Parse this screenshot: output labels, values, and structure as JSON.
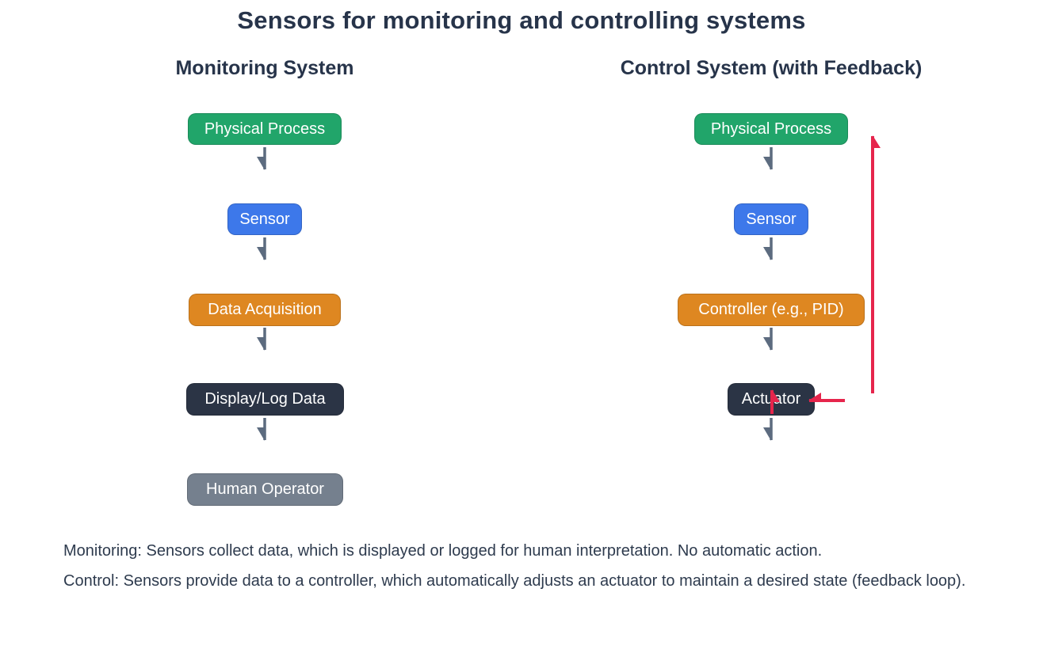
{
  "title": "Sensors for monitoring and controlling systems",
  "columns": [
    {
      "header": "Monitoring System",
      "nodes": [
        {
          "label": "Physical Process",
          "color": "#21a56a"
        },
        {
          "label": "Sensor",
          "color": "#3d78ea"
        },
        {
          "label": "Data Acquisition",
          "color": "#de8721"
        },
        {
          "label": "Display/Log Data",
          "color": "#2b3445"
        },
        {
          "label": "Human Operator",
          "color": "#75808e"
        }
      ]
    },
    {
      "header": "Control System (with Feedback)",
      "nodes": [
        {
          "label": "Physical Process",
          "color": "#21a56a"
        },
        {
          "label": "Sensor",
          "color": "#3d78ea"
        },
        {
          "label": "Controller (e.g., PID)",
          "color": "#de8721"
        },
        {
          "label": "Actuator",
          "color": "#2b3445"
        }
      ]
    }
  ],
  "notes": [
    "Monitoring: Sensors collect data, which is displayed or logged for human interpretation. No automatic action.",
    "Control: Sensors provide data to a controller, which automatically adjusts an actuator to maintain a desired state (feedback loop)."
  ],
  "palette": {
    "background": "#ffffff",
    "heading_text": "#27344a",
    "note_text": "#2e3b4e",
    "flow_arrow_gray": "#5c6b7f",
    "feedback_arrow_red": "#e6254c"
  }
}
